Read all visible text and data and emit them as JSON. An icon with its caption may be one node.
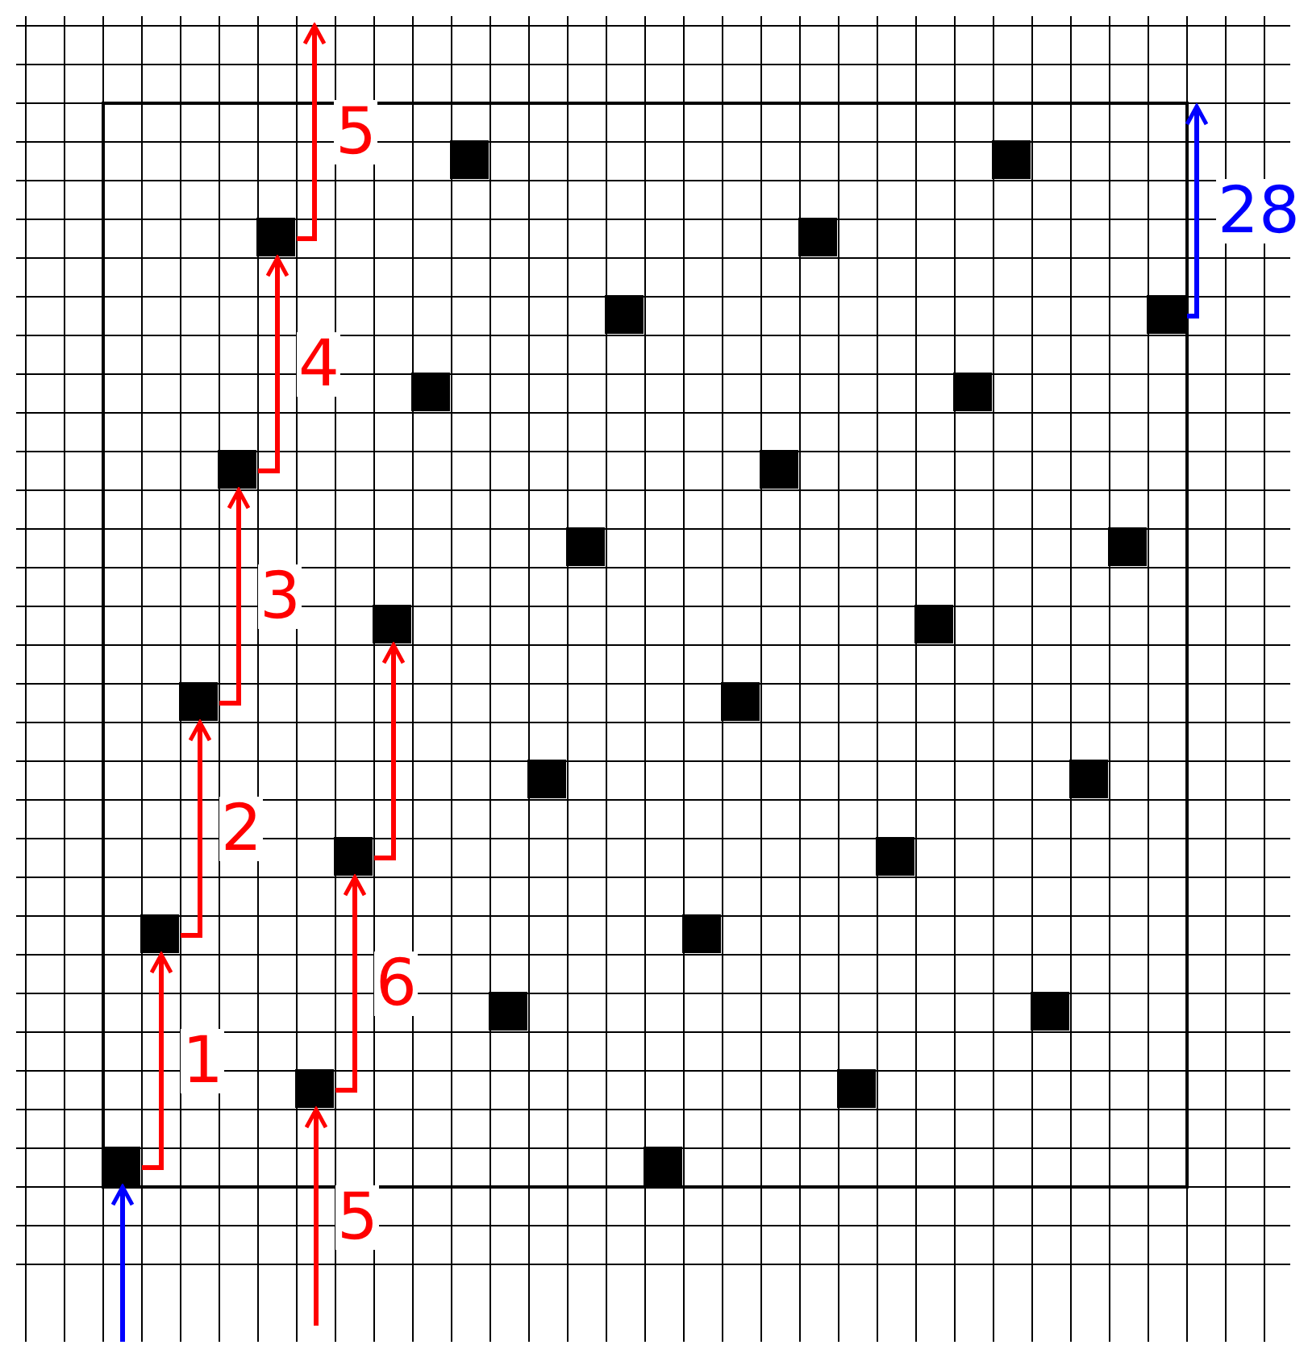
{
  "diagram": {
    "nodes": [
      {
        "text": [],
        "shape": "box"
      },
      {
        "text": [],
        "shape": "box",
        "in": 0
      },
      {
        "text": [],
        "shape": "box",
        "in": 0
      },
      {
        "text": [],
        "shape": "box",
        "in": 0
      },
      {
        "text": [],
        "shape": "box",
        "in": 0
      },
      {
        "text": [],
        "shape": "box",
        "in": 0
      },
      {
        "text": [],
        "shape": "box",
        "in": 0
      },
      {
        "text": [],
        "shape": "box",
        "in": 0
      },
      {
        "text": [],
        "shape": "box",
        "in": 0
      },
      {
        "text": [],
        "shape": "box",
        "in": 0
      },
      {
        "text": [],
        "shape": "box",
        "in": 0
      },
      {
        "text": [],
        "shape": "box",
        "in": 0
      },
      {
        "text": [],
        "shape": "box",
        "in": 0
      },
      {
        "text": [],
        "shape": "box",
        "in": 0
      },
      {
        "text": [],
        "shape": "box",
        "in": 0
      },
      {
        "text": [],
        "shape": "box",
        "in": 0
      },
      {
        "text": [],
        "shape": "box",
        "in": 0
      },
      {
        "text": [],
        "shape": "box",
        "in": 0
      },
      {
        "text": [],
        "shape": "box",
        "in": 0
      },
      {
        "text": [],
        "shape": "box",
        "in": 0
      },
      {
        "text": [],
        "shape": "box",
        "in": 0
      },
      {
        "text": [],
        "shape": "box",
        "in": 0
      },
      {
        "text": [],
        "shape": "box",
        "in": 0
      },
      {
        "text": [],
        "shape": "box",
        "in": 0
      },
      {
        "text": [],
        "shape": "box",
        "in": 0
      },
      {
        "text": [],
        "shape": "box",
        "in": 0
      },
      {
        "text": [],
        "shape": "box",
        "in": 0
      },
      {
        "text": [],
        "shape": "box",
        "in": 0
      },
      {
        "text": [],
        "shape": "box",
        "in": 0
      }
    ],
    "edges": [
      {
        "from": 27,
        "to": 21,
        "arrow": "to",
        "label": "1"
      },
      {
        "from": 21,
        "to": 15,
        "arrow": "to",
        "label": "2"
      },
      {
        "from": 15,
        "to": 9,
        "arrow": "to",
        "label": "3"
      },
      {
        "from": 9,
        "to": 3,
        "arrow": "to",
        "label": "4"
      },
      {
        "from": 3,
        "to": null,
        "arrow": "to",
        "label": "5"
      },
      {
        "from": null,
        "to": 25,
        "arrow": "to",
        "label": "5"
      },
      {
        "from": 25,
        "to": 19,
        "arrow": "to",
        "label": "6"
      },
      {
        "from": 19,
        "to": 13,
        "arrow": "to"
      },
      {
        "from": null,
        "to": 27,
        "arrow": "to",
        "color": "#0000ff"
      },
      {
        "from": 6,
        "to": null,
        "arrow": "to",
        "label": "28",
        "color": "#0000ff"
      }
    ]
  }
}
